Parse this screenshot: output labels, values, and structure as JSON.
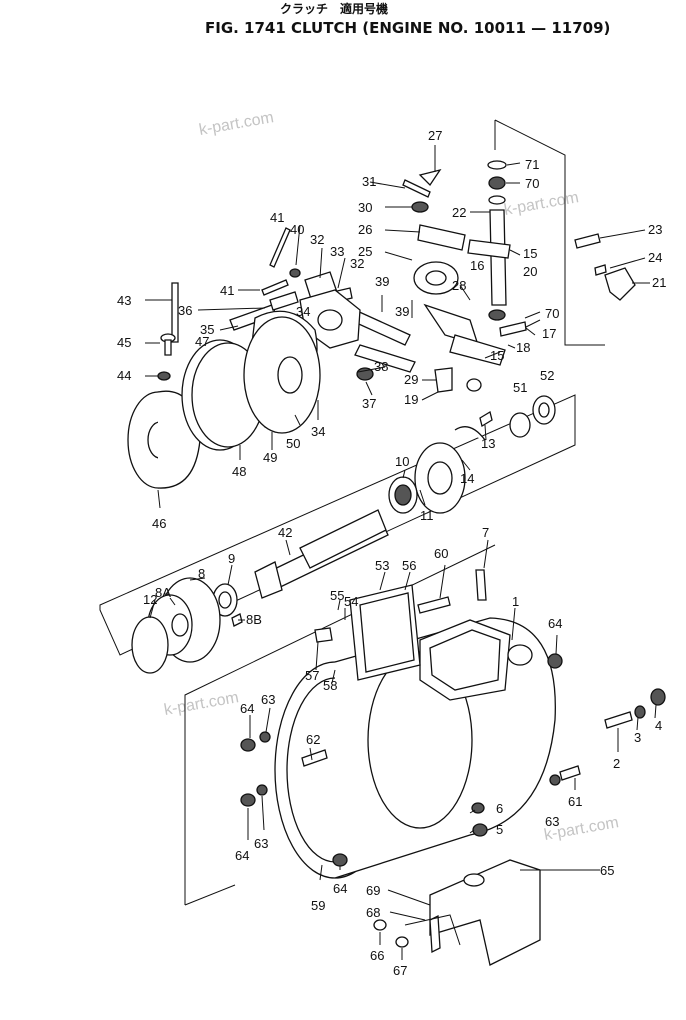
{
  "header": {
    "japanese": "クラッチ　適用号機",
    "title": "FIG. 1741  CLUTCH (ENGINE NO. 10011 — 11709)"
  },
  "watermarks": [
    "k-part.com",
    "k-part.com",
    "k-part.com",
    "k-part.com"
  ],
  "callouts": [
    "27",
    "71",
    "31",
    "70",
    "30",
    "22",
    "26",
    "25",
    "15",
    "23",
    "24",
    "21",
    "16",
    "20",
    "41",
    "40",
    "32",
    "33",
    "32",
    "39",
    "28",
    "70",
    "17",
    "43",
    "41",
    "36",
    "34",
    "18",
    "35",
    "47",
    "39",
    "15",
    "45",
    "38",
    "29",
    "44",
    "37",
    "19",
    "51",
    "52",
    "50",
    "34",
    "13",
    "48",
    "49",
    "14",
    "46",
    "10",
    "11",
    "42",
    "9",
    "7",
    "60",
    "53",
    "56",
    "55",
    "54",
    "8A",
    "8",
    "12",
    "8B",
    "1",
    "64",
    "57",
    "58",
    "63",
    "64",
    "62",
    "4",
    "3",
    "2",
    "61",
    "63",
    "6",
    "5",
    "64",
    "63",
    "65",
    "59",
    "64",
    "69",
    "68",
    "66",
    "67"
  ]
}
